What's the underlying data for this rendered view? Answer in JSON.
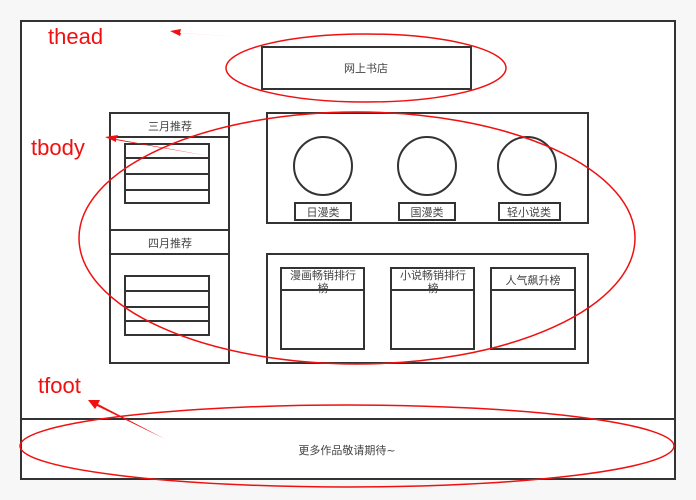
{
  "header": {
    "title": "网上书店"
  },
  "sidebar": {
    "sections": [
      {
        "title": "三月推荐"
      },
      {
        "title": "四月推荐"
      }
    ]
  },
  "categories": [
    {
      "label": "日漫类"
    },
    {
      "label": "国漫类"
    },
    {
      "label": "轻小说类"
    }
  ],
  "rankings": [
    {
      "line1": "漫画畅销排行",
      "line2": "榜"
    },
    {
      "line1": "小说畅销排行",
      "line2": "榜"
    },
    {
      "line1": "人气飙升榜",
      "line2": ""
    }
  ],
  "footer": {
    "text": "更多作品敬请期待~"
  },
  "annotations": {
    "thead": "thead",
    "tbody": "tbody",
    "tfoot": "tfoot"
  },
  "colors": {
    "annotation": "#f01010",
    "stroke": "#333333"
  }
}
